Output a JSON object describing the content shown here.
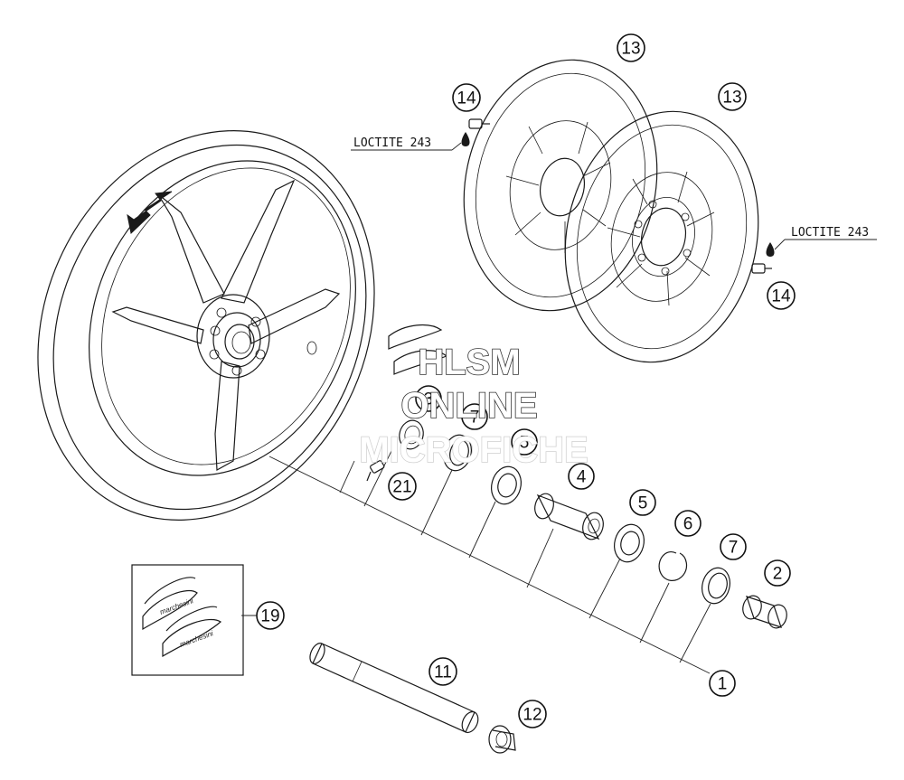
{
  "callouts": [
    {
      "id": "1",
      "label": "1"
    },
    {
      "id": "2",
      "label": "2"
    },
    {
      "id": "3",
      "label": "3"
    },
    {
      "id": "4",
      "label": "4"
    },
    {
      "id": "5a",
      "label": "5"
    },
    {
      "id": "5b",
      "label": "5"
    },
    {
      "id": "6",
      "label": "6"
    },
    {
      "id": "7a",
      "label": "7"
    },
    {
      "id": "7b",
      "label": "7"
    },
    {
      "id": "11",
      "label": "11"
    },
    {
      "id": "12",
      "label": "12"
    },
    {
      "id": "13a",
      "label": "13"
    },
    {
      "id": "13b",
      "label": "13"
    },
    {
      "id": "14a",
      "label": "14"
    },
    {
      "id": "14b",
      "label": "14"
    },
    {
      "id": "19",
      "label": "19"
    },
    {
      "id": "21",
      "label": "21"
    }
  ],
  "notes": {
    "loctite_left": "LOCTITE 243",
    "loctite_right": "LOCTITE 243"
  },
  "decals": {
    "brand": "marchesini"
  },
  "watermark": {
    "line1": "HLSM",
    "line2": "ONLINE",
    "line3": "MICROFICHE"
  }
}
